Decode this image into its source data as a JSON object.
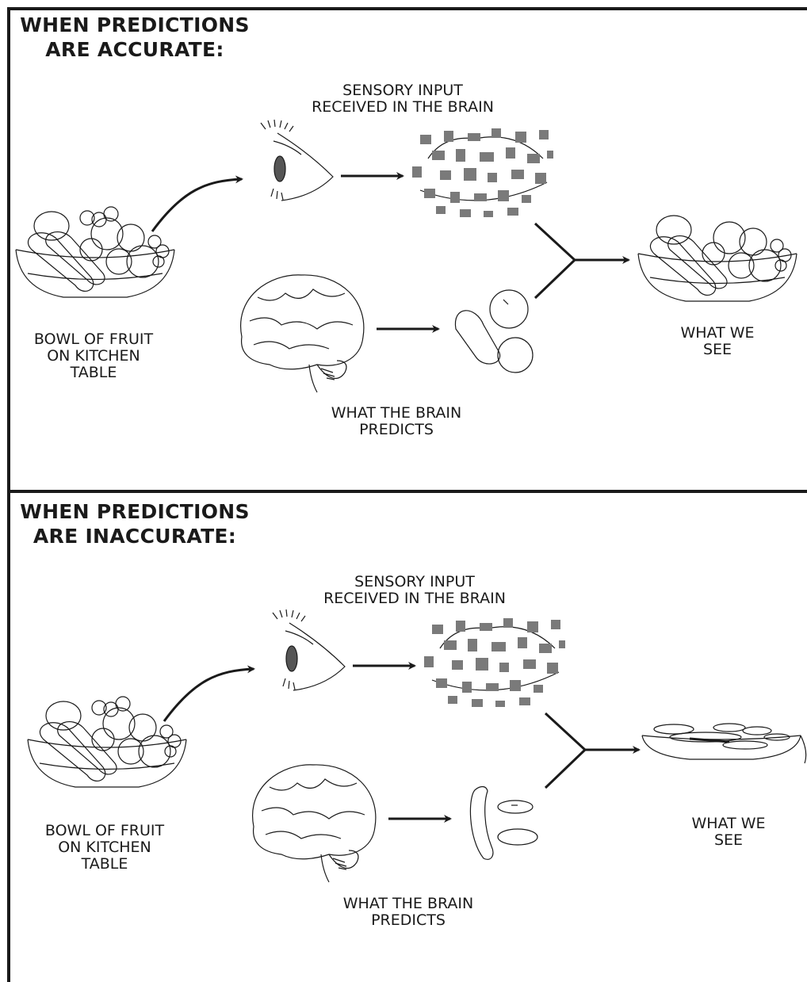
{
  "panels": [
    {
      "heading": [
        "WHEN PREDICTIONS",
        "ARE ACCURATE:"
      ],
      "object_label": [
        "BOWL OF FRUIT",
        "ON KITCHEN",
        "TABLE"
      ],
      "sensory_label": [
        "SENSORY INPUT",
        "RECEIVED IN THE BRAIN"
      ],
      "prediction_label": [
        "WHAT THE BRAIN",
        "PREDICTS"
      ],
      "perception_label": [
        "WHAT WE",
        "SEE"
      ]
    },
    {
      "heading": [
        "WHEN PREDICTIONS",
        "ARE INACCURATE:"
      ],
      "object_label": [
        "BOWL OF FRUIT",
        "ON KITCHEN",
        "TABLE"
      ],
      "sensory_label": [
        "SENSORY INPUT",
        "RECEIVED IN THE BRAIN"
      ],
      "prediction_label": [
        "WHAT THE BRAIN",
        "PREDICTS"
      ],
      "perception_label": [
        "WHAT WE",
        "SEE"
      ]
    }
  ],
  "colors": {
    "ink": "#1a1a1a",
    "noise": "#7a7a7a",
    "background": "#ffffff"
  },
  "icons": [
    "fruit-bowl-icon",
    "eye-icon",
    "noisy-input-icon",
    "brain-icon",
    "predicted-fruit-icon",
    "perceived-bowl-icon",
    "arrow-icon"
  ]
}
